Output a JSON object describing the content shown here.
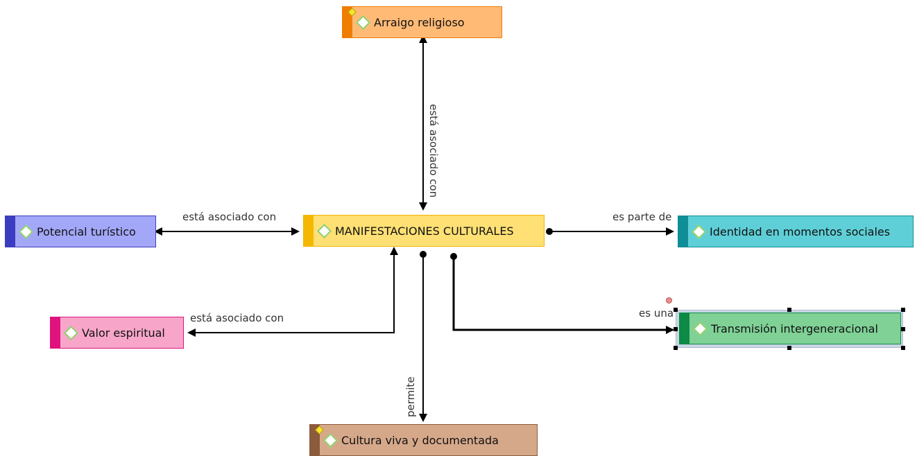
{
  "nodes": {
    "center": {
      "label": "MANIFESTACIONES CULTURALES",
      "fill": "#ffe074",
      "border": "#f0b400",
      "strip": "#f5b800"
    },
    "arraigo": {
      "label": "Arraigo religioso",
      "fill": "#ffba76",
      "border": "#f07d00",
      "strip": "#f07d00",
      "has_note": true
    },
    "potencial": {
      "label": "Potencial turístico",
      "fill": "#a3a7f8",
      "border": "#3c3cc0",
      "strip": "#3c3cc0"
    },
    "identidad": {
      "label": "Identidad en momentos sociales",
      "fill": "#5fcfd7",
      "border": "#0f8e97",
      "strip": "#0f8e97"
    },
    "valor": {
      "label": "Valor espiritual",
      "fill": "#f7a6c9",
      "border": "#e0127e",
      "strip": "#e0127e"
    },
    "transmision": {
      "label": "Transmisión intergeneracional",
      "fill": "#7fd196",
      "border": "#0d8a46",
      "strip": "#0d8a46"
    },
    "cultura": {
      "label": "Cultura viva y documentada",
      "fill": "#d6a88a",
      "border": "#8c5a3c",
      "strip": "#8c5a3c",
      "has_note": true
    }
  },
  "relations": {
    "arraigo": "está asociado con",
    "potencial": "está asociado con",
    "identidad": "es parte de",
    "valor": "está asociado con",
    "transmision": "es una",
    "cultura": "permite"
  },
  "icons": {
    "concept": "diamond-icon",
    "note": "note-icon"
  }
}
